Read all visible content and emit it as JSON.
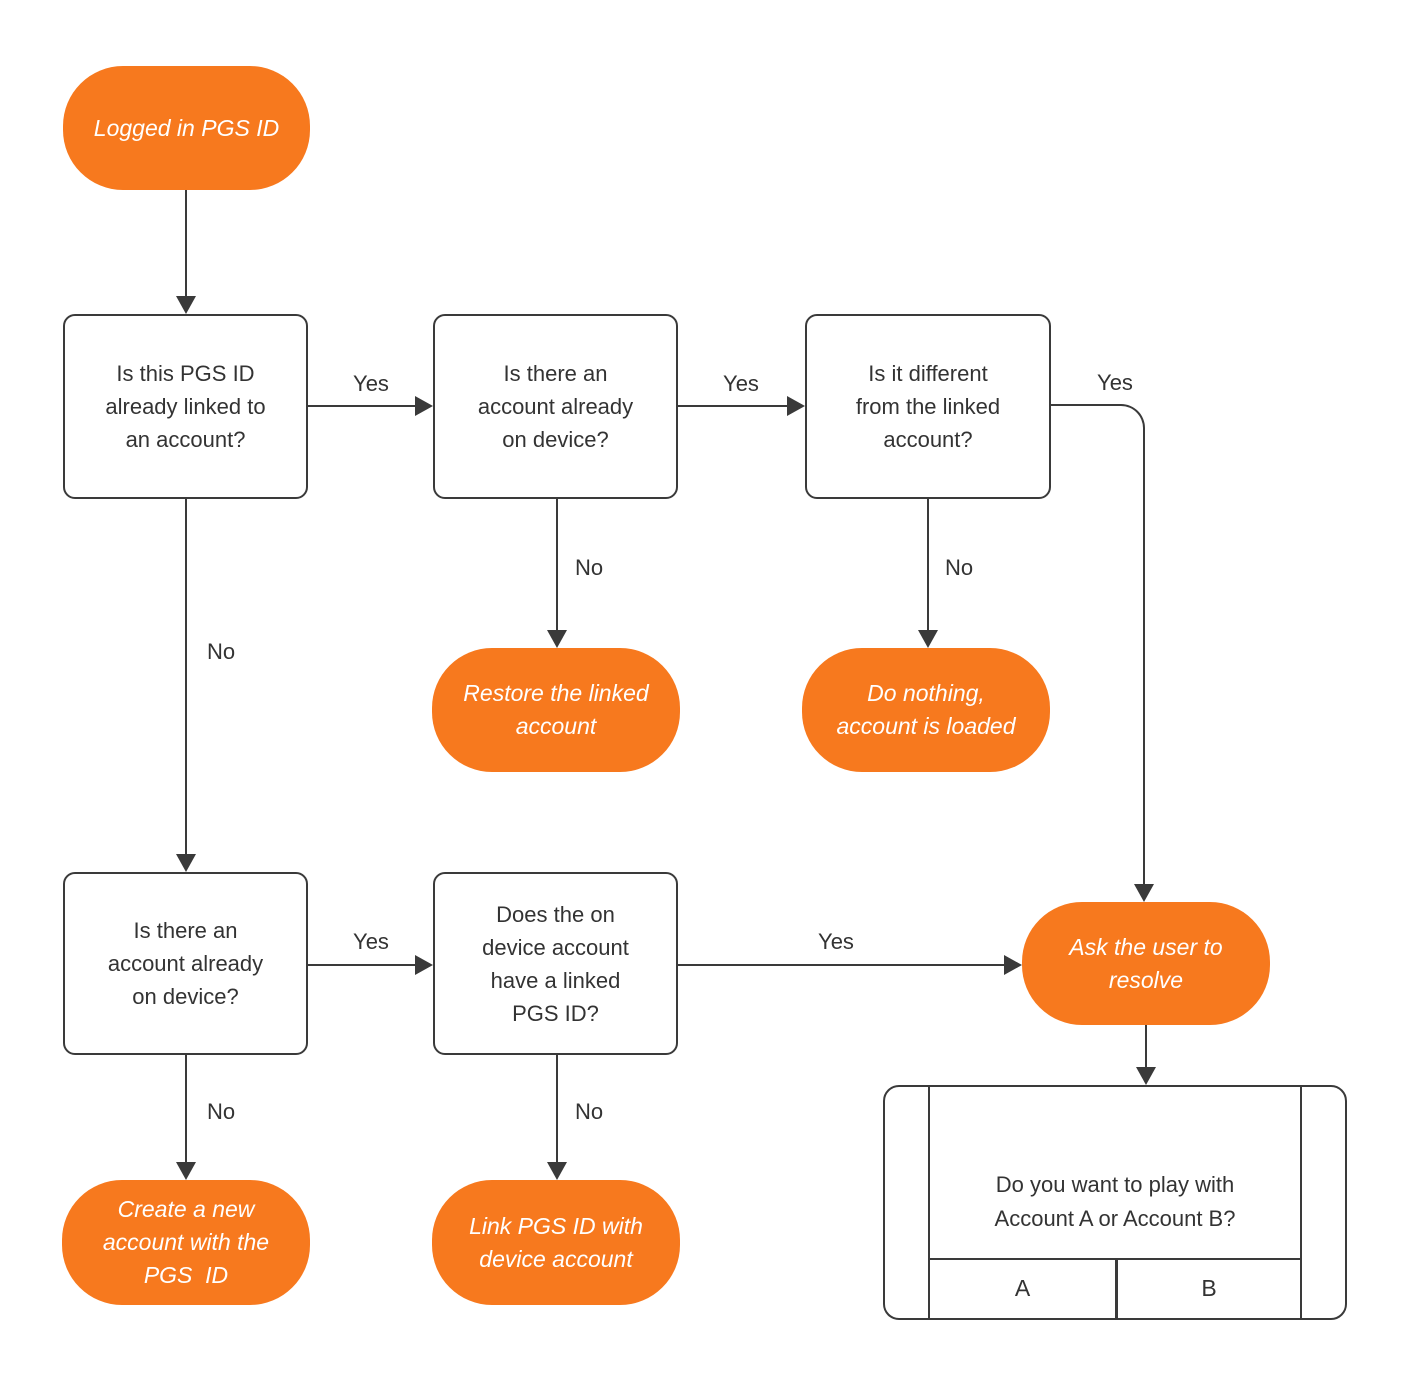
{
  "colors": {
    "accent_orange": "#F7791E",
    "stroke": "#3A3A3A",
    "text_dark": "#333333",
    "text_light": "#FFFFFF",
    "background": "#FFFFFF"
  },
  "nodes": {
    "start": {
      "label": "Logged in PGS ID"
    },
    "q_linked": {
      "label": "Is this PGS ID\nalready linked to\nan account?"
    },
    "q_device1": {
      "label": "Is there an\naccount already\non device?"
    },
    "q_different": {
      "label": "Is it different\nfrom the linked\naccount?"
    },
    "restore": {
      "label": "Restore the linked\naccount"
    },
    "do_nothing": {
      "label": "Do nothing,\naccount is loaded"
    },
    "q_device2": {
      "label": "Is there an\naccount already\non device?"
    },
    "q_pgs_link": {
      "label": "Does the on\ndevice account\nhave a linked\nPGS ID?"
    },
    "ask_user": {
      "label": "Ask the user to\nresolve"
    },
    "create_new": {
      "label": "Create a new\naccount with the\nPGS  ID"
    },
    "link_pgs": {
      "label": "Link PGS ID with\ndevice account"
    }
  },
  "edges": {
    "linked_yes": {
      "label": "Yes"
    },
    "device1_yes": {
      "label": "Yes"
    },
    "different_yes": {
      "label": "Yes"
    },
    "device2_yes": {
      "label": "Yes"
    },
    "pgslink_yes": {
      "label": "Yes"
    },
    "device1_no": {
      "label": "No"
    },
    "different_no": {
      "label": "No"
    },
    "linked_no": {
      "label": "No"
    },
    "device2_no": {
      "label": "No"
    },
    "pgslink_no": {
      "label": "No"
    }
  },
  "dialog": {
    "message": "Do you want to play with\nAccount A or Account B?",
    "button_a": "A",
    "button_b": "B"
  }
}
